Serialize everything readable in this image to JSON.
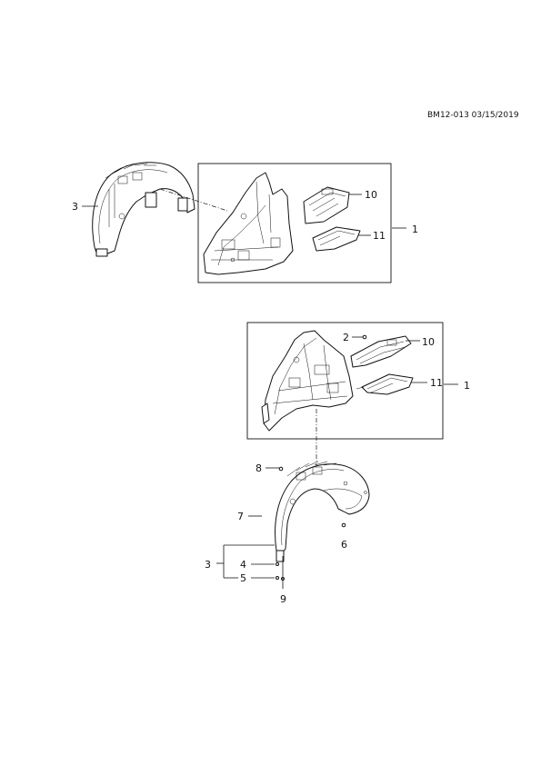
{
  "header": {
    "document_code": "BM12-013 03/15/2019"
  },
  "callouts": {
    "top_liner": "3",
    "top_assembly": "1",
    "top_bracket_upper": "10",
    "top_bracket_lower": "11",
    "bottom_clip": "2",
    "bottom_bracket_upper": "10",
    "bottom_bracket_lower": "11",
    "bottom_assembly": "1",
    "bottom_screw_top": "8",
    "bottom_liner_edge": "7",
    "bottom_liner_set": "3",
    "bottom_fastener_a": "4",
    "bottom_fastener_b": "5",
    "bottom_fastener_c": "9",
    "bottom_nut": "6"
  }
}
